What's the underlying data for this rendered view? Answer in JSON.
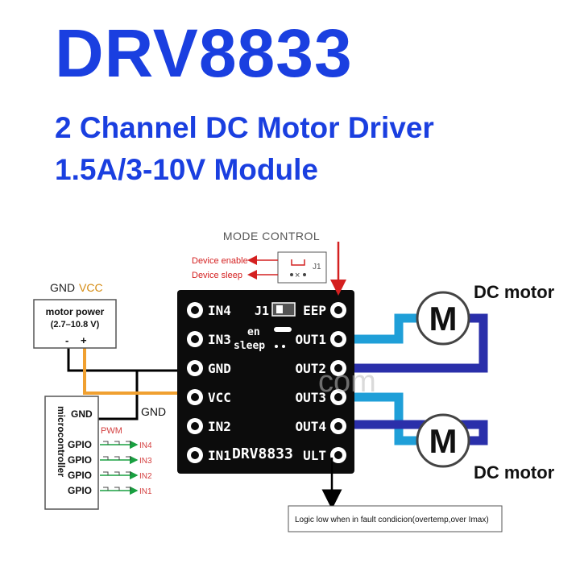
{
  "header": {
    "title": "DRV8833",
    "subtitle_line1": "2 Channel DC Motor Driver",
    "subtitle_line2": "1.5A/3-10V Module"
  },
  "mode_control": {
    "label": "MODE CONTROL",
    "device_enable": "Device enable",
    "device_sleep": "Device sleep",
    "jumper_label": "J1"
  },
  "power": {
    "gnd_label": "GND",
    "vcc_label": "VCC",
    "box_title": "motor power",
    "box_range": "(2.7–10.8 V)",
    "minus": "-",
    "plus": "+"
  },
  "board": {
    "name": "DRV8833",
    "jumper": "J1",
    "en": "en",
    "sleep": "sleep",
    "left_pins": [
      "IN4",
      "IN3",
      "GND",
      "VCC",
      "IN2",
      "IN1"
    ],
    "right_pins": [
      "EEP",
      "OUT1",
      "OUT2",
      "OUT3",
      "OUT4",
      "ULT"
    ]
  },
  "watermark": "com",
  "motors": {
    "symbol": "M",
    "top_label": "DC motor",
    "bottom_label": "DC motor"
  },
  "microcontroller": {
    "label": "microcontroller",
    "gnd": "GND",
    "gnd_wire": "GND",
    "pwm": "PWM",
    "gpio": [
      "GPIO",
      "GPIO",
      "GPIO",
      "GPIO"
    ],
    "inputs": [
      "IN4",
      "IN3",
      "IN2",
      "IN1"
    ]
  },
  "fault_note": "Logic low when in fault condicion(overtemp,over Imax)",
  "colors": {
    "title_blue": "#1a3fe0",
    "wire_blue": "#1f9fd8",
    "wire_navy": "#2a2faa",
    "wire_orange": "#f0a030",
    "mode_red": "#d42020",
    "pwm_green": "#18a040"
  }
}
